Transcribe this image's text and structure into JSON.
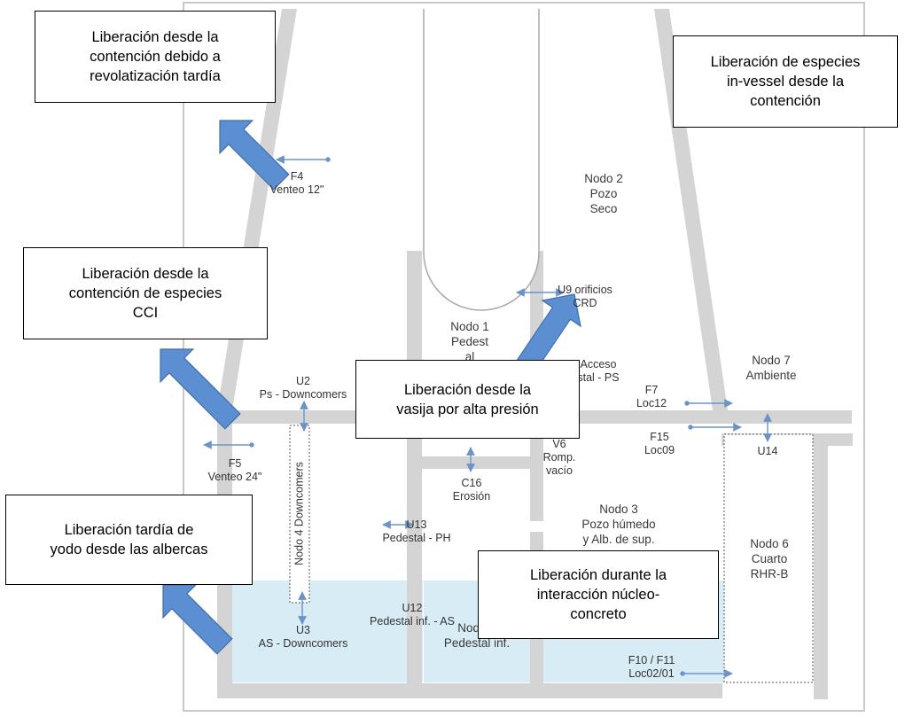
{
  "callouts": {
    "late_revolatilization": [
      "Liberación desde la",
      "contención debido a",
      "revolatización tardía"
    ],
    "in_vessel": [
      "Liberación de especies",
      "in-vessel desde la",
      "contención"
    ],
    "cci_species": [
      "Liberación desde la",
      "contención de especies",
      "CCI"
    ],
    "high_pressure": [
      "Liberación desde la",
      "vasija por alta presión"
    ],
    "late_iodine": [
      "Liberación tardía  de",
      "yodo desde las albercas"
    ],
    "core_concrete": [
      "Liberación durante la",
      "interacción núcleo-",
      "concreto"
    ]
  },
  "nodes": {
    "node1": [
      "Nodo 1",
      "Pedest",
      "al"
    ],
    "node2": [
      "Nodo 2",
      "Pozo",
      "Seco"
    ],
    "node3": [
      "Nodo 3",
      "Pozo húmedo",
      "y Alb. de sup."
    ],
    "node4": "Nodo 4 Downcomers",
    "node5": [
      "Nodo 5",
      "Pedestal inf."
    ],
    "node6": [
      "Nodo 6",
      "Cuarto",
      "RHR-B"
    ],
    "node7": [
      "Nodo 7",
      "Ambiente"
    ]
  },
  "paths": {
    "f4": [
      "F4",
      "Venteo 12\""
    ],
    "f5": [
      "F5",
      "Venteo 24\""
    ],
    "f7": [
      "F7",
      "Loc12"
    ],
    "f15": [
      "F15",
      "Loc09"
    ],
    "f10_f11": [
      "F10 / F11",
      "Loc02/01"
    ],
    "u2": [
      "U2",
      "Ps - Downcomers"
    ],
    "u3": [
      "U3",
      "AS - Downcomers"
    ],
    "u9": [
      "U9 orificios",
      "CRD"
    ],
    "u12": [
      "U12",
      "Pedestal inf. - AS"
    ],
    "u13": [
      "U13",
      "Pedestal - PH"
    ],
    "u14": "U14",
    "v6": [
      "V6",
      "Romp.",
      "vacío"
    ],
    "c16": [
      "C16",
      "Erosión"
    ],
    "acceso": [
      "Acceso",
      "stal - PS"
    ]
  },
  "colors": {
    "wall": "#d4d4d4",
    "water": "#d7ecf5",
    "arrow": "#5b8fd1",
    "arrow_edge": "#3f6fae",
    "flow": "#6b93c9"
  }
}
